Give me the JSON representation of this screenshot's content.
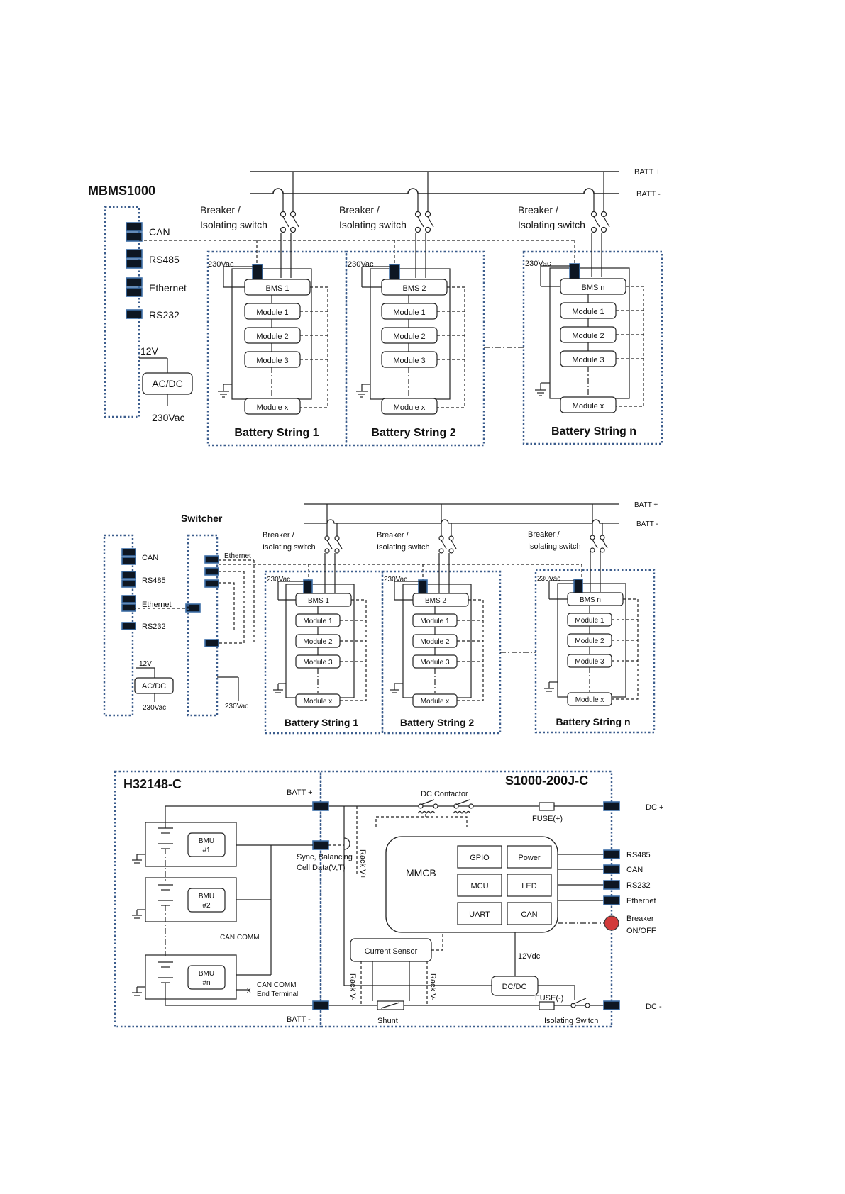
{
  "d1": {
    "title": "MBMS1000",
    "batt_plus": "BATT +",
    "batt_minus": "BATT -",
    "breaker_l1": "Breaker /",
    "breaker_l2": "Isolating switch",
    "ports": [
      "CAN",
      "RS485",
      "Ethernet",
      "RS232"
    ],
    "v12": "12V",
    "acdc": "AC/DC",
    "v230": "230Vac",
    "strings": [
      {
        "bms": "BMS 1",
        "label": "Battery String 1"
      },
      {
        "bms": "BMS 2",
        "label": "Battery String 2"
      },
      {
        "bms": "BMS n",
        "label": "Battery String n"
      }
    ],
    "modules": [
      "Module 1",
      "Module 2",
      "Module 3",
      "Module x"
    ]
  },
  "d2": {
    "switcher": "Switcher",
    "ethernet": "Ethernet"
  },
  "d3": {
    "h_title": "H32148-C",
    "s_title": "S1000-200J-C",
    "batt_plus": "BATT +",
    "batt_minus": "BATT -",
    "dc_contactor": "DC Contactor",
    "fuse_pos": "FUSE(+)",
    "fuse_neg": "FUSE(-)",
    "dc_plus": "DC  +",
    "dc_minus": "DC  -",
    "mmcb": "MMCB",
    "gpio": "GPIO",
    "power": "Power",
    "mcu": "MCU",
    "led": "LED",
    "uart": "UART",
    "can": "CAN",
    "ports": [
      "RS485",
      "CAN",
      "RS232",
      "Ethernet"
    ],
    "breaker_l1": "Breaker",
    "breaker_l2": "ON/OFF",
    "sync_l1": "Sync, Balancing",
    "sync_l2": "Cell Data(V,T)",
    "rack_vp": "Rack V+",
    "rack_vm": "Rack V-",
    "current_sensor": "Current Sensor",
    "v12dc": "12Vdc",
    "dcdc": "DC/DC",
    "shunt": "Shunt",
    "isolating_switch": "Isolating Switch",
    "can_comm": "CAN COMM",
    "can_comm_end_l1": "CAN COMM",
    "can_comm_end_l2": "End Terminal",
    "bmu": [
      {
        "l1": "BMU",
        "l2": "#1"
      },
      {
        "l1": "BMU",
        "l2": "#2"
      },
      {
        "l1": "BMU",
        "l2": "#n"
      }
    ],
    "x_mark": "x"
  },
  "colors": {
    "frame": "#3b5c8c",
    "connector_fill": "#0d1622",
    "connector_edge": "#3d6ea6",
    "breaker_lamp": "#d23a3a"
  }
}
